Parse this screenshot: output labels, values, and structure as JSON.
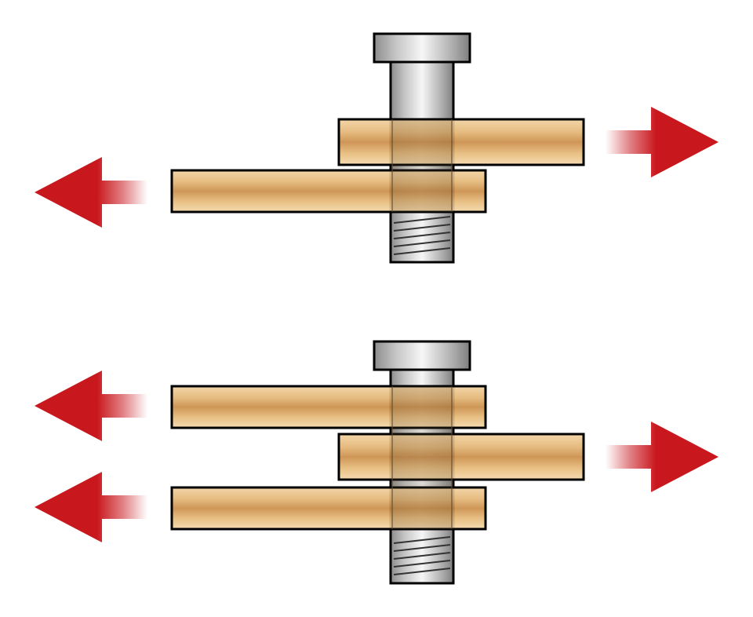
{
  "colors": {
    "background": "#ffffff",
    "outline": "#000000",
    "arrow_red": "#c8171d",
    "plate_edge": "#c99a5e",
    "plate_mid": "#f1cc8e",
    "plate_dark": "#c9893f",
    "bolt_dark": "#8a8a8a",
    "bolt_light": "#f4f4f4"
  },
  "diagrams": [
    {
      "name": "single-shear-joint",
      "plates": 2,
      "forces": [
        "right",
        "left"
      ]
    },
    {
      "name": "double-shear-joint",
      "plates": 3,
      "forces": [
        "left",
        "right",
        "left"
      ]
    }
  ]
}
